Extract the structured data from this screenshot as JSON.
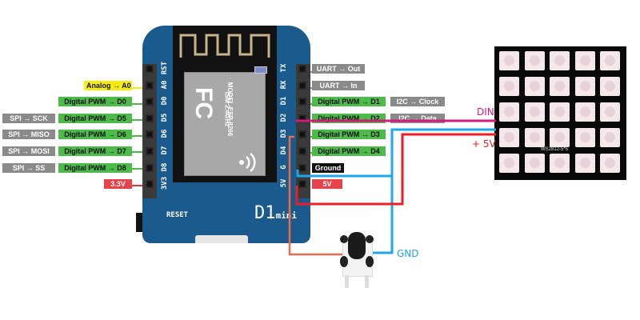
{
  "board": {
    "name_main": "D1",
    "name_sub": "mini",
    "reset_label": "RESET",
    "module": {
      "logo": "FC",
      "lines": [
        "MODEL ESP-8266",
        "ISM 2.4GHz",
        "PA +25dBm",
        "802.11b/g/n"
      ]
    },
    "left_pins": [
      "RST",
      "A0",
      "D0",
      "D5",
      "D6",
      "D7",
      "D8",
      "3V3"
    ],
    "right_pins": [
      "TX",
      "RX",
      "D1",
      "D2",
      "D3",
      "D4",
      "G",
      "5V"
    ]
  },
  "left_labels": [
    {
      "pin": "A0",
      "function": "Analog → A0",
      "style": "yellow",
      "alt": ""
    },
    {
      "pin": "D0",
      "function": "Digital PWM → D0",
      "style": "green",
      "alt": ""
    },
    {
      "pin": "D5",
      "function": "Digital PWM → D5",
      "style": "green",
      "alt": "SPI → SCK"
    },
    {
      "pin": "D6",
      "function": "Digital PWM → D6",
      "style": "green",
      "alt": "SPI → MISO"
    },
    {
      "pin": "D7",
      "function": "Digital PWM → D7",
      "style": "green",
      "alt": "SPI → MOSI"
    },
    {
      "pin": "D8",
      "function": "Digital PWM → D8",
      "style": "green",
      "alt": "SPI → SS"
    },
    {
      "pin": "3V3",
      "function": "3.3V",
      "style": "red",
      "alt": ""
    }
  ],
  "right_labels": [
    {
      "pin": "TX",
      "function": "UART → Out",
      "style": "grey",
      "alt": ""
    },
    {
      "pin": "RX",
      "function": "UART → In",
      "style": "grey",
      "alt": ""
    },
    {
      "pin": "D1",
      "function": "Digital PWM → D1",
      "style": "green",
      "alt": "I2C → Clock"
    },
    {
      "pin": "D2",
      "function": "Digital PWM → D2",
      "style": "green",
      "alt": "I2C → Data"
    },
    {
      "pin": "D3",
      "function": "Digital PWM → D3",
      "style": "green",
      "alt": ""
    },
    {
      "pin": "D4",
      "function": "Digital PWM → D4",
      "style": "green",
      "alt": ""
    },
    {
      "pin": "G",
      "function": "Ground",
      "style": "black",
      "alt": ""
    },
    {
      "pin": "5V",
      "function": "5V",
      "style": "red",
      "alt": ""
    }
  ],
  "matrix": {
    "label": "WS2812-5*5",
    "rows": 5,
    "cols": 5
  },
  "wires": {
    "din_label": "DIN",
    "vcc_label": "+ 5V",
    "gnd_label": "GND",
    "colors": {
      "din": "#d6177c",
      "vcc": "#ee1c24",
      "gnd": "#1ea6e8",
      "button": "#ee6a4a"
    }
  }
}
